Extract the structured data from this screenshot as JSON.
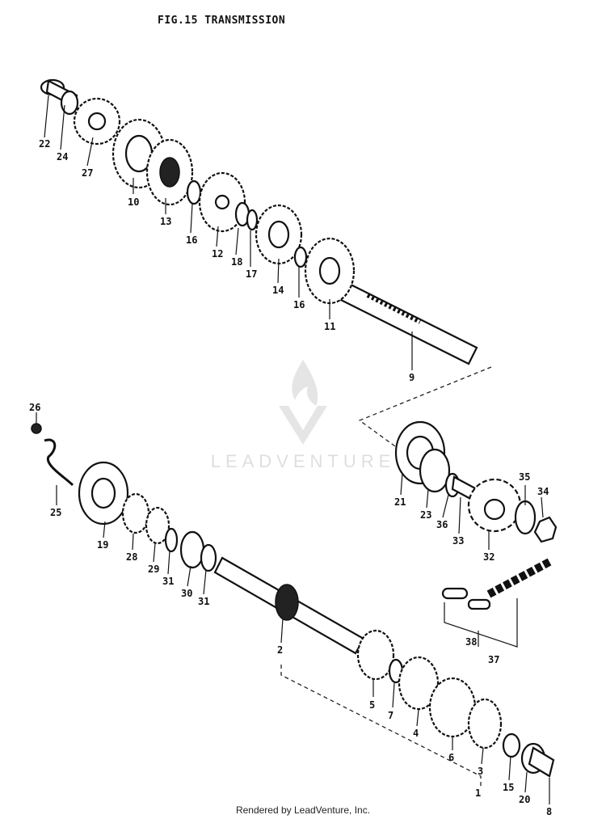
{
  "title": "FIG.15  TRANSMISSION",
  "footer": "Rendered by LeadVenture, Inc.",
  "watermark": "LEADVENTURE",
  "parts": [
    "22",
    "24",
    "27",
    "10",
    "13",
    "16",
    "12",
    "18",
    "17",
    "14",
    "16",
    "11",
    "9",
    "26",
    "25",
    "19",
    "28",
    "29",
    "31",
    "30",
    "31",
    "2",
    "21",
    "23",
    "36",
    "33",
    "35",
    "34",
    "32",
    "38",
    "37",
    "5",
    "7",
    "4",
    "6",
    "3",
    "1",
    "15",
    "20",
    "8"
  ]
}
